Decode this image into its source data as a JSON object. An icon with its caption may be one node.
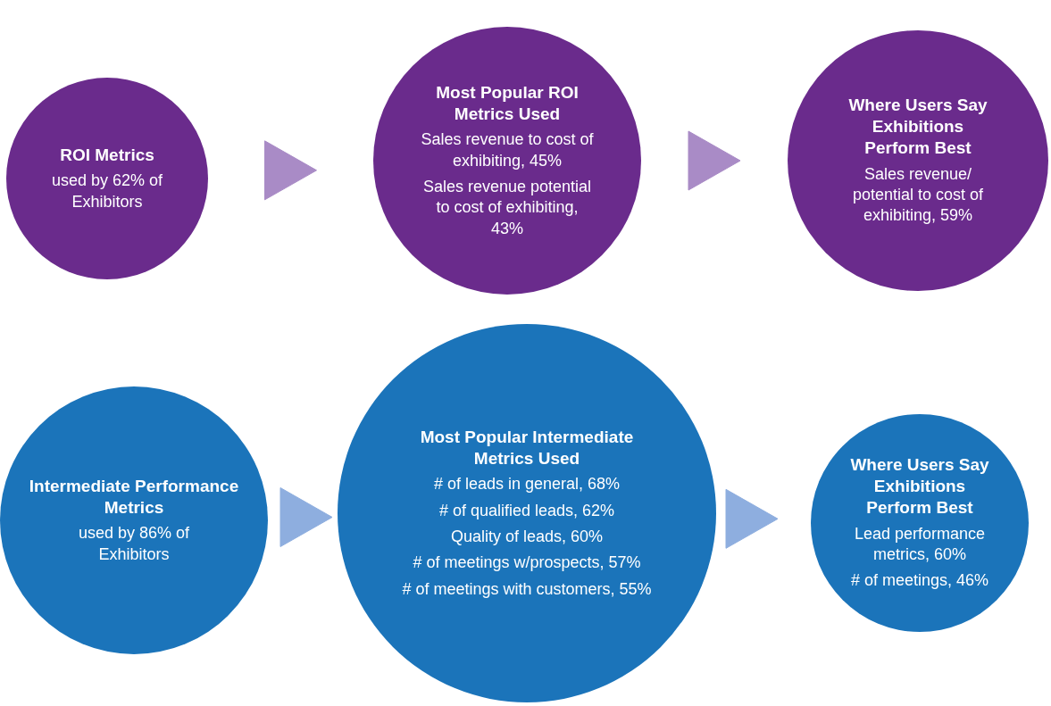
{
  "diagram": {
    "nodes": [
      {
        "text": [
          "ROI Metrics",
          "used by 62% of Exhibitors"
        ]
      },
      {
        "text": [
          "Most Popular ROI Metrics Used",
          "Sales revenue to cost of exhibiting, 45%",
          "Sales revenue potential to cost of exhibiting, 43%"
        ]
      },
      {
        "text": [
          "Where Users Say Exhibitions Perform Best",
          "Sales revenue/ potential to cost of exhibiting, 59%"
        ]
      },
      {
        "text": [
          "Intermediate Performance Metrics",
          "used by 86% of Exhibitors"
        ]
      },
      {
        "text": [
          "Most Popular Intermediate Metrics Used",
          "# of leads in general, 68%",
          "# of qualified leads, 62%",
          "Quality of leads, 60%",
          "# of meetings w/prospects, 57%",
          "# of meetings with customers, 55%"
        ]
      },
      {
        "text": [
          "Where Users Say Exhibitions Perform Best",
          "Lead performance metrics, 60%",
          "# of meetings, 46%"
        ]
      }
    ],
    "edges": [
      {
        "from": 0,
        "to": 1,
        "arrow": "to",
        "color": "#a98bc6"
      },
      {
        "from": 1,
        "to": 2,
        "arrow": "to",
        "color": "#a98bc6"
      },
      {
        "from": 3,
        "to": 4,
        "arrow": "to",
        "color": "#8eaedf"
      },
      {
        "from": 4,
        "to": 5,
        "arrow": "to",
        "color": "#8eaedf"
      }
    ]
  }
}
